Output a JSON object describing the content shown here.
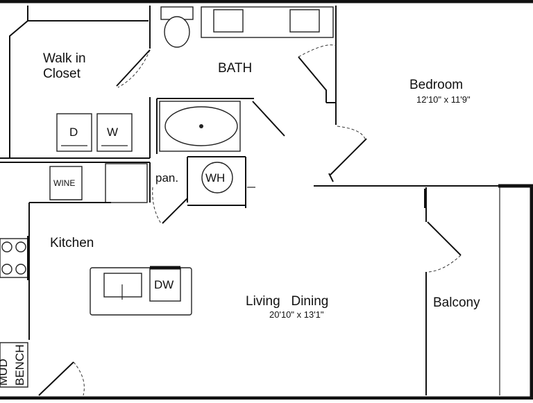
{
  "rooms": {
    "walk_in_closet": {
      "line1": "Walk  in",
      "line2": "Closet"
    },
    "bath": "BATH",
    "bedroom": {
      "name": "Bedroom",
      "dims": "12'10\" x 11'9\""
    },
    "kitchen": "Kitchen",
    "living_dining": {
      "name": "Living   Dining",
      "dims": "20'10\" x 13'1\""
    },
    "balcony": "Balcony",
    "mud_bench": {
      "line1": "MUD",
      "line2": "BENCH"
    }
  },
  "fixtures": {
    "dryer": "D",
    "washer": "W",
    "wine": "WINE",
    "pantry": "pan.",
    "water_heater": "WH",
    "dishwasher": "DW"
  }
}
